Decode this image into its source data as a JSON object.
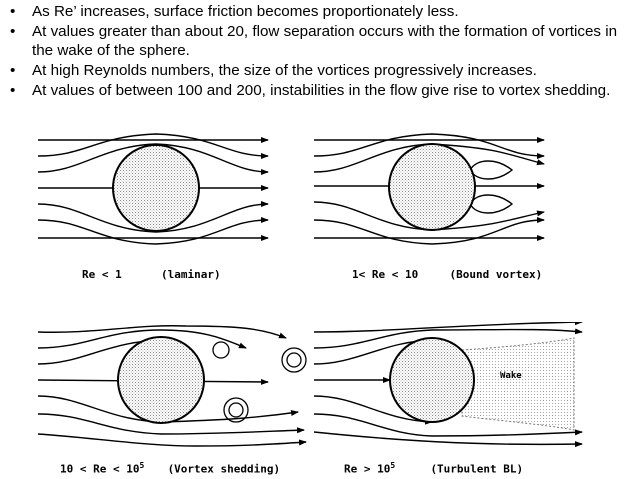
{
  "bullets": [
    "As Re’ increases, surface friction becomes proportionately less.",
    "At values greater than about 20, flow separation occurs with the formation of vortices in the wake of the sphere.",
    "At high Reynolds numbers, the size of the vortices progressively increases.",
    "At values of between 100 and 200, instabilities in the flow give rise to vortex shedding."
  ],
  "bullet_symbol": "•",
  "figures": [
    {
      "re_label": "Re < 1",
      "regime": "(laminar)"
    },
    {
      "re_label": "1< Re < 10",
      "regime": "(Bound vortex)"
    },
    {
      "re_label_prefix": "10 < Re < 10",
      "re_label_exp": "5",
      "regime": "(Vortex shedding)"
    },
    {
      "re_label_prefix": "Re > 10",
      "re_label_exp": "5",
      "regime": "(Turbulent BL)"
    }
  ],
  "wake_label": "Wake"
}
